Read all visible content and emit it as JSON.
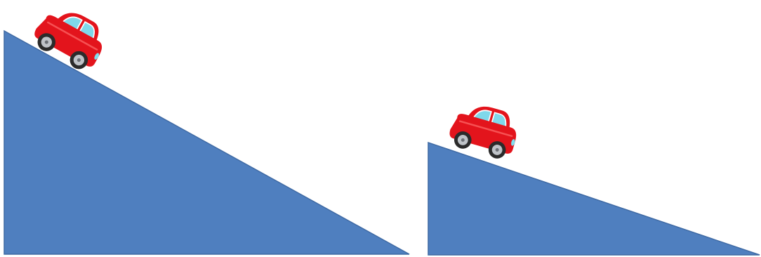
{
  "figure": {
    "background_color": "#ffffff",
    "ramp_fill_color": "#4f7fbf",
    "ramp_edge_color": "#3f6aa4",
    "car_body_color": "#e3141c",
    "car_window_color": "#7fd8ea",
    "tire_color": "#2b2b2b",
    "rim_color": "#bfc3c8"
  },
  "ramps": [
    {
      "id": "steep",
      "icon": "car-icon",
      "slope": "steep"
    },
    {
      "id": "gentle",
      "icon": "car-icon",
      "slope": "gentle"
    }
  ]
}
